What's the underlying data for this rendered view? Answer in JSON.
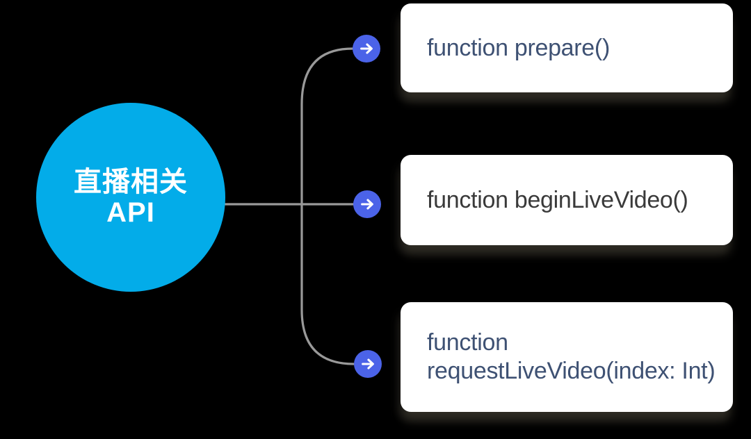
{
  "diagram": {
    "background_color": "#000000",
    "root_node": {
      "label_line1": "直播相关",
      "label_line2": "API",
      "fill_color": "#03ACE9",
      "text_color": "#FFFFFF"
    },
    "connectors": {
      "line_color": "#999999"
    },
    "arrow_nodes": {
      "fill_color": "#4B63E8",
      "glyph": "right-arrow",
      "glyph_color": "#FFFFFF"
    },
    "function_boxes": [
      {
        "label": "function prepare()",
        "text_color": "#3E5173",
        "fill_color": "#FFFFFF"
      },
      {
        "label": "function beginLiveVideo()",
        "text_color": "#3A3A3A",
        "fill_color": "#FFFFFF"
      },
      {
        "label": "function requestLiveVideo(index: Int)",
        "text_color": "#3E5173",
        "fill_color": "#FFFFFF"
      }
    ]
  }
}
